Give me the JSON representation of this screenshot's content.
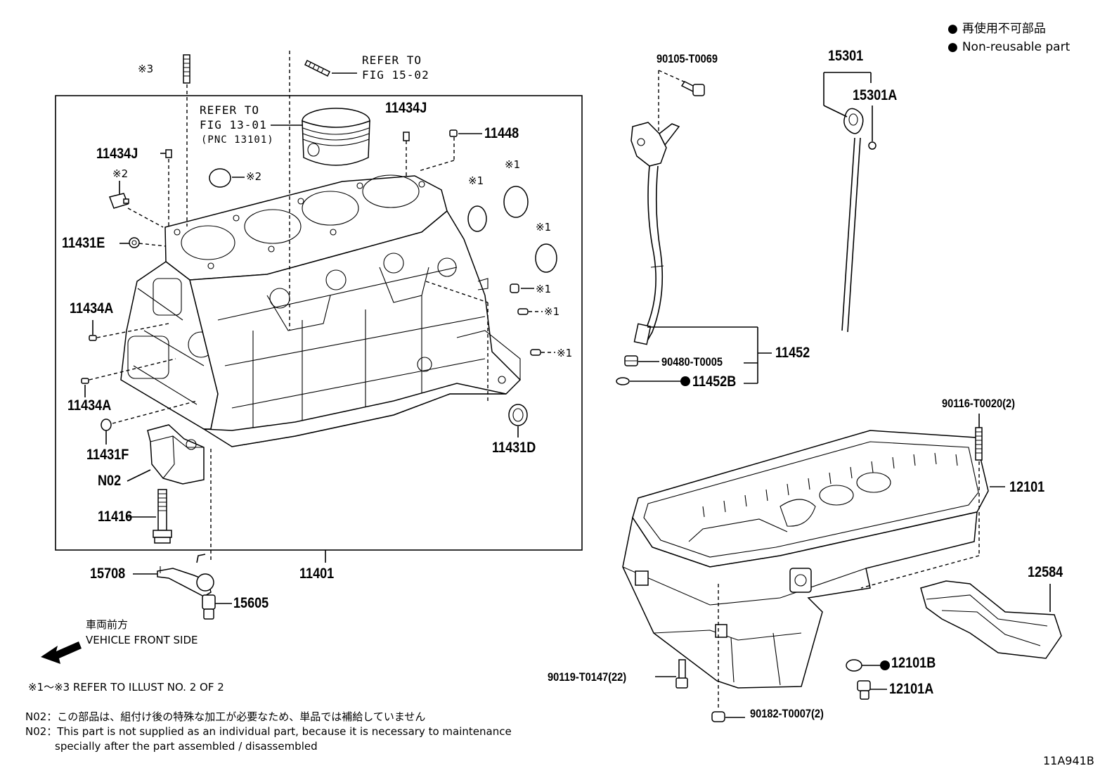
{
  "legend": {
    "jp": "再使用不可部品",
    "en": "Non-reusable part"
  },
  "references": {
    "fig15": [
      "REFER TO",
      "FIG 15-02"
    ],
    "fig13": [
      "REFER TO",
      "FIG 13-01",
      "(PNC 13101)"
    ]
  },
  "marks": {
    "m3": "※3",
    "m2": "※2",
    "m1": "※1"
  },
  "parts": {
    "p11434J_left": "11434J",
    "p11434J_top": "11434J",
    "p11448": "11448",
    "p11431E": "11431E",
    "p11434A_top": "11434A",
    "p11434A_bottom": "11434A",
    "p11431F": "11431F",
    "pN02": "N02",
    "p11416": "11416",
    "p11431D": "11431D",
    "p15708": "15708",
    "p11401": "11401",
    "p15605": "15605",
    "p90105": "90105-T0069",
    "p15301": "15301",
    "p15301A": "15301A",
    "p11452": "11452",
    "p90480": "90480-T0005",
    "p11452B": "11452B",
    "p90116": "90116-T0020(2)",
    "p12101": "12101",
    "p12584": "12584",
    "p90119": "90119-T0147(22)",
    "p12101B": "12101B",
    "p12101A": "12101A",
    "p90182": "90182-T0007(2)"
  },
  "direction": {
    "jp": "車両前方",
    "en": "VEHICLE FRONT SIDE"
  },
  "notes": {
    "refer_illust": "※1～※3  REFER TO ILLUST NO. 2 OF 2",
    "n02_jp": "N02：この部品は、組付け後の特殊な加工が必要なため、単品では補給していません",
    "n02_en1": "N02：This part is not supplied as an individual part, because it is necessary to maintenance",
    "n02_en2": "specially after the part assembled / disassembled"
  },
  "illustration_id": "11A941B"
}
